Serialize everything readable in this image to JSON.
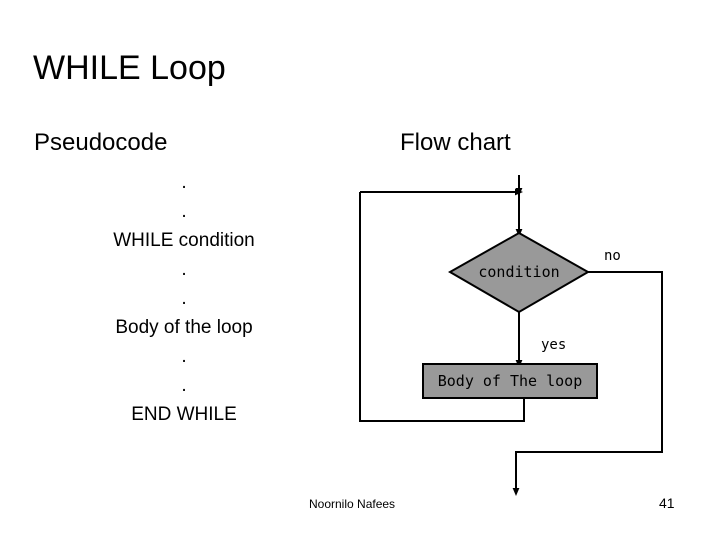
{
  "slide": {
    "title": "WHILE Loop",
    "background_color": "#ffffff",
    "text_color": "#000000"
  },
  "columns": {
    "pseudocode_heading": "Pseudocode",
    "flowchart_heading": "Flow chart"
  },
  "pseudocode": {
    "lines": [
      ".",
      ".",
      "WHILE condition",
      ".",
      ".",
      "Body of the loop",
      ".",
      ".",
      "END WHILE"
    ]
  },
  "flowchart": {
    "shape_fill": "#999999",
    "stroke_color": "#000000",
    "decision": {
      "label": "condition",
      "shape": "diamond"
    },
    "process": {
      "label": "Body of The loop",
      "shape": "rectangle"
    },
    "edges": {
      "true_label": "yes",
      "false_label": "no"
    }
  },
  "footer": {
    "author": "Noornilo Nafees",
    "page_number": "41"
  }
}
